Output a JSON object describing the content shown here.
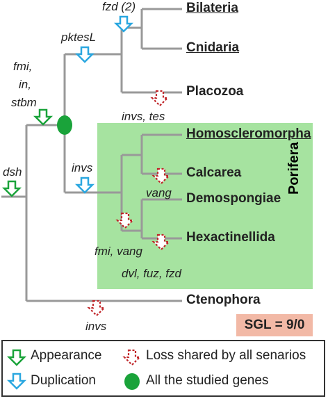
{
  "taxa": {
    "bilateria": "Bilateria",
    "cnidaria": "Cnidaria",
    "placozoa": "Placozoa",
    "homoscleromorpha": "Homoscleromorpha",
    "calcarea": "Calcarea",
    "demospongiae": "Demospongiae",
    "hexactinellida": "Hexactinellida",
    "ctenophora": "Ctenophora"
  },
  "clade_label": "Porifera",
  "events": {
    "fzd2": "fzd (2)",
    "pktesl": "pktesL",
    "fmi_in_stbm": [
      "fmi,",
      "in,",
      "stbm"
    ],
    "invs_tes": "invs, tes",
    "invs_porifera": "invs",
    "vang": "vang",
    "fmi_vang": "fmi, vang",
    "dvl_fuz_fzd": "dvl, fuz, fzd",
    "dsh": "dsh",
    "invs_ctenophora": "invs"
  },
  "sgl": "SGL = 9/0",
  "legend": {
    "appearance": "Appearance",
    "duplication": "Duplication",
    "loss": "Loss shared by all senarios",
    "all_genes": "All the studied genes"
  },
  "colors": {
    "appearance": "#1aa33a",
    "duplication": "#2aa7e0",
    "loss": "#c0262a",
    "porifera_bg": "#a6e3a0",
    "sgl_bg": "#f2b9a6",
    "branch": "#999999"
  }
}
